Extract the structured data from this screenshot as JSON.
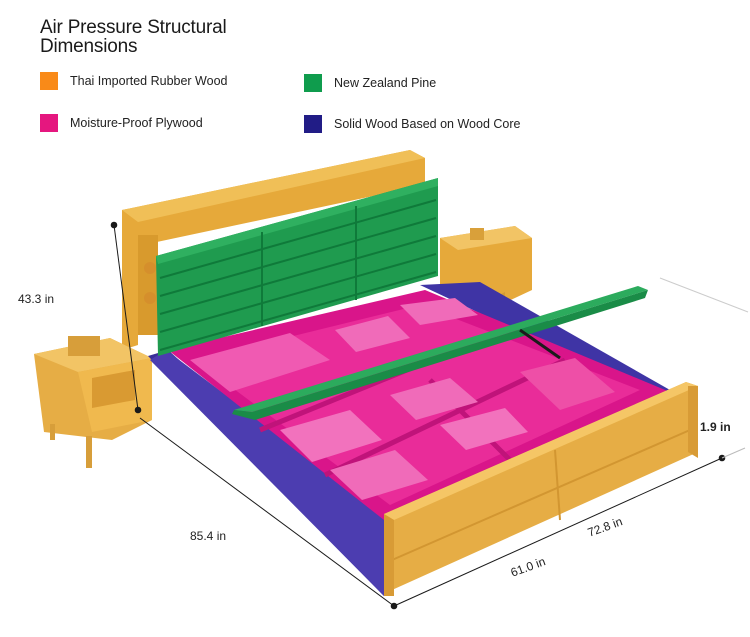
{
  "title": "Air Pressure Structural Dimensions",
  "legend": [
    {
      "label": "Thai Imported Rubber Wood",
      "color": "#f98a18"
    },
    {
      "label": "New Zealand Pine",
      "color": "#0f9c4d"
    },
    {
      "label": "Moisture-Proof Plywood",
      "color": "#e5177f"
    },
    {
      "label": "Solid Wood Based on Wood Core",
      "color": "#211c86"
    }
  ],
  "dimensions": {
    "height": "43.3 in",
    "length": "85.4 in",
    "width": "61.0 in",
    "diagonal": "72.8 in",
    "footboard": "1.9 in"
  }
}
